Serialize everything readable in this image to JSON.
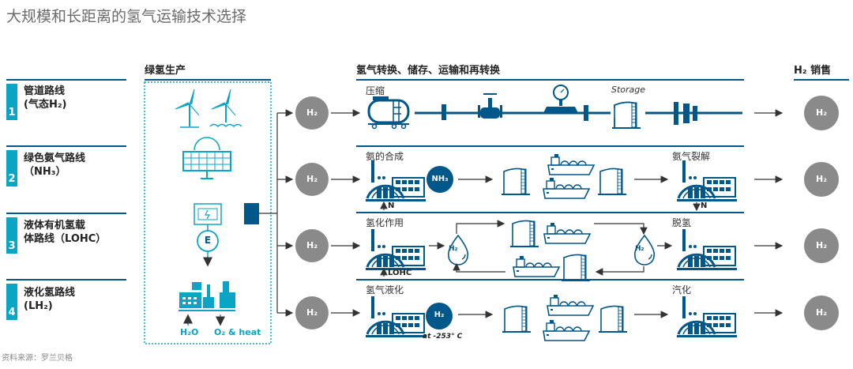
{
  "title": "大规模和长距离的氢气运输技术选择",
  "routes": [
    {
      "num": "1",
      "name": "管道路线",
      "sub": "(气态H₂)"
    },
    {
      "num": "2",
      "name": "绿色氨气路线",
      "sub": "（NH₃）"
    },
    {
      "num": "3",
      "name": "液体有机氢载",
      "sub": "体路线（LOHC）"
    },
    {
      "num": "4",
      "name": "液化氢路线",
      "sub": "(LH₂)"
    }
  ],
  "production": {
    "header": "绿氢生产",
    "electrolyzer": "E",
    "input": "H₂O",
    "output": "O₂ & heat"
  },
  "conversion": {
    "header": "氢气转换、储存、运输和再转换",
    "row1": {
      "start": "压缩",
      "storage": "Storage"
    },
    "row2": {
      "start": "氨的合成",
      "carrier": "NH₃",
      "input": "N",
      "end": "氨气裂解",
      "output": "N"
    },
    "row3": {
      "start": "氢化作用",
      "input": "LOHC",
      "drop": "H₂",
      "end": "脱氢"
    },
    "row4": {
      "start": "氢气液化",
      "carrier": "H₂",
      "temp": "at -253° C",
      "end": "汽化"
    }
  },
  "h2_label": "H₂",
  "sales": {
    "header": "H₂ 销售"
  },
  "source": "资料来源：罗兰贝格",
  "colors": {
    "dark_blue": "#00578a",
    "teal": "#0aa5c4",
    "gray": "#8a8a8a"
  }
}
